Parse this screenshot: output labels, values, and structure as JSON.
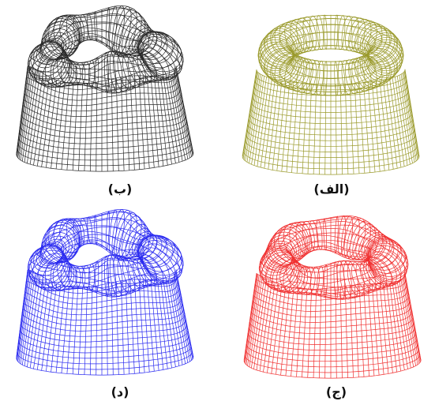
{
  "panels": [
    {
      "id": "b",
      "caption": "(ب)",
      "color": "#2a2a2a",
      "variant": "folded"
    },
    {
      "id": "a",
      "caption": "(الف)",
      "color": "#9a9a2c",
      "variant": "smooth"
    },
    {
      "id": "d",
      "caption": "(د)",
      "color": "#2a2af0",
      "variant": "folded"
    },
    {
      "id": "c",
      "caption": "(ج)",
      "color": "#f03030",
      "variant": "wrinkled"
    }
  ]
}
